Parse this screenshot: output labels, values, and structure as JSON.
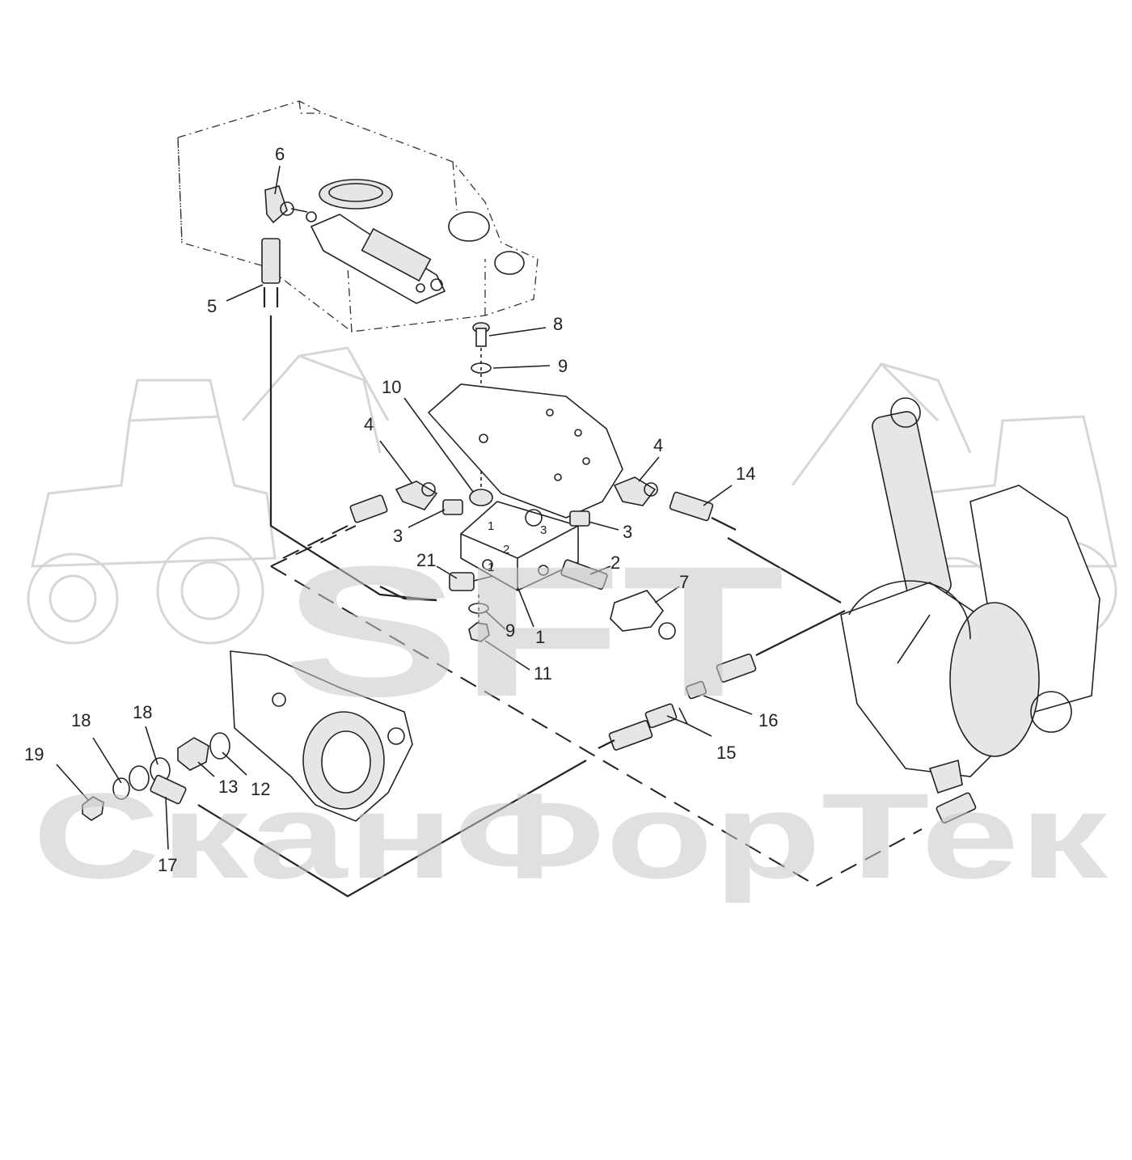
{
  "watermark": {
    "logo_text": "SFT",
    "company_name": "СканФорТек"
  },
  "callouts": [
    {
      "id": "c6",
      "label": "6"
    },
    {
      "id": "c5",
      "label": "5"
    },
    {
      "id": "c8",
      "label": "8"
    },
    {
      "id": "c9a",
      "label": "9"
    },
    {
      "id": "c10",
      "label": "10"
    },
    {
      "id": "c4a",
      "label": "4"
    },
    {
      "id": "c4b",
      "label": "4"
    },
    {
      "id": "c14",
      "label": "14"
    },
    {
      "id": "c3a",
      "label": "3"
    },
    {
      "id": "c3b",
      "label": "3"
    },
    {
      "id": "c21",
      "label": "21"
    },
    {
      "id": "c2",
      "label": "2"
    },
    {
      "id": "c7",
      "label": "7"
    },
    {
      "id": "c9b",
      "label": "9"
    },
    {
      "id": "c1",
      "label": "1"
    },
    {
      "id": "c11",
      "label": "11"
    },
    {
      "id": "c16",
      "label": "16"
    },
    {
      "id": "c15",
      "label": "15"
    },
    {
      "id": "c19",
      "label": "19"
    },
    {
      "id": "c18a",
      "label": "18"
    },
    {
      "id": "c18b",
      "label": "18"
    },
    {
      "id": "c13",
      "label": "13"
    },
    {
      "id": "c12",
      "label": "12"
    },
    {
      "id": "c17",
      "label": "17"
    }
  ],
  "block_port_labels": [
    "1",
    "2",
    "3",
    "1"
  ]
}
